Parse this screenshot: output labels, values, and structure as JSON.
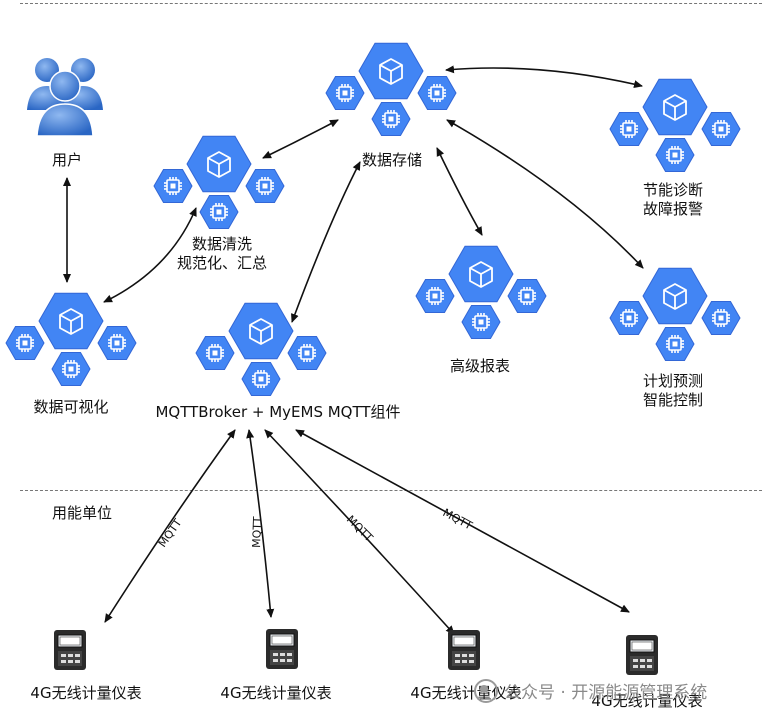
{
  "nodes": {
    "user": "用户",
    "storage": "数据存储",
    "cleaning": "数据清洗",
    "cleaning_sub": "规范化、汇总",
    "visualization": "数据可视化",
    "broker": "MQTTBroker + MyEMS MQTT组件",
    "reports": "高级报表",
    "diagnosis": "节能诊断",
    "diagnosis_sub": "故障报警",
    "planning": "计划预测",
    "planning_sub": "智能控制"
  },
  "section": {
    "energy_unit": "用能单位"
  },
  "meters": [
    "4G无线计量仪表",
    "4G无线计量仪表",
    "4G无线计量仪表",
    "4G无线计量仪表"
  ],
  "protocol": "MQTT",
  "watermark": {
    "text": "公众号 · 开源能源管理系统"
  },
  "colors": {
    "hex": "#4285f4",
    "hex_dark": "#3367d6",
    "arrow": "#111111"
  },
  "icons": {
    "user": "users-icon",
    "service": "cube-hexagon-icon",
    "chip": "chip-icon",
    "meter": "electric-meter-icon"
  }
}
